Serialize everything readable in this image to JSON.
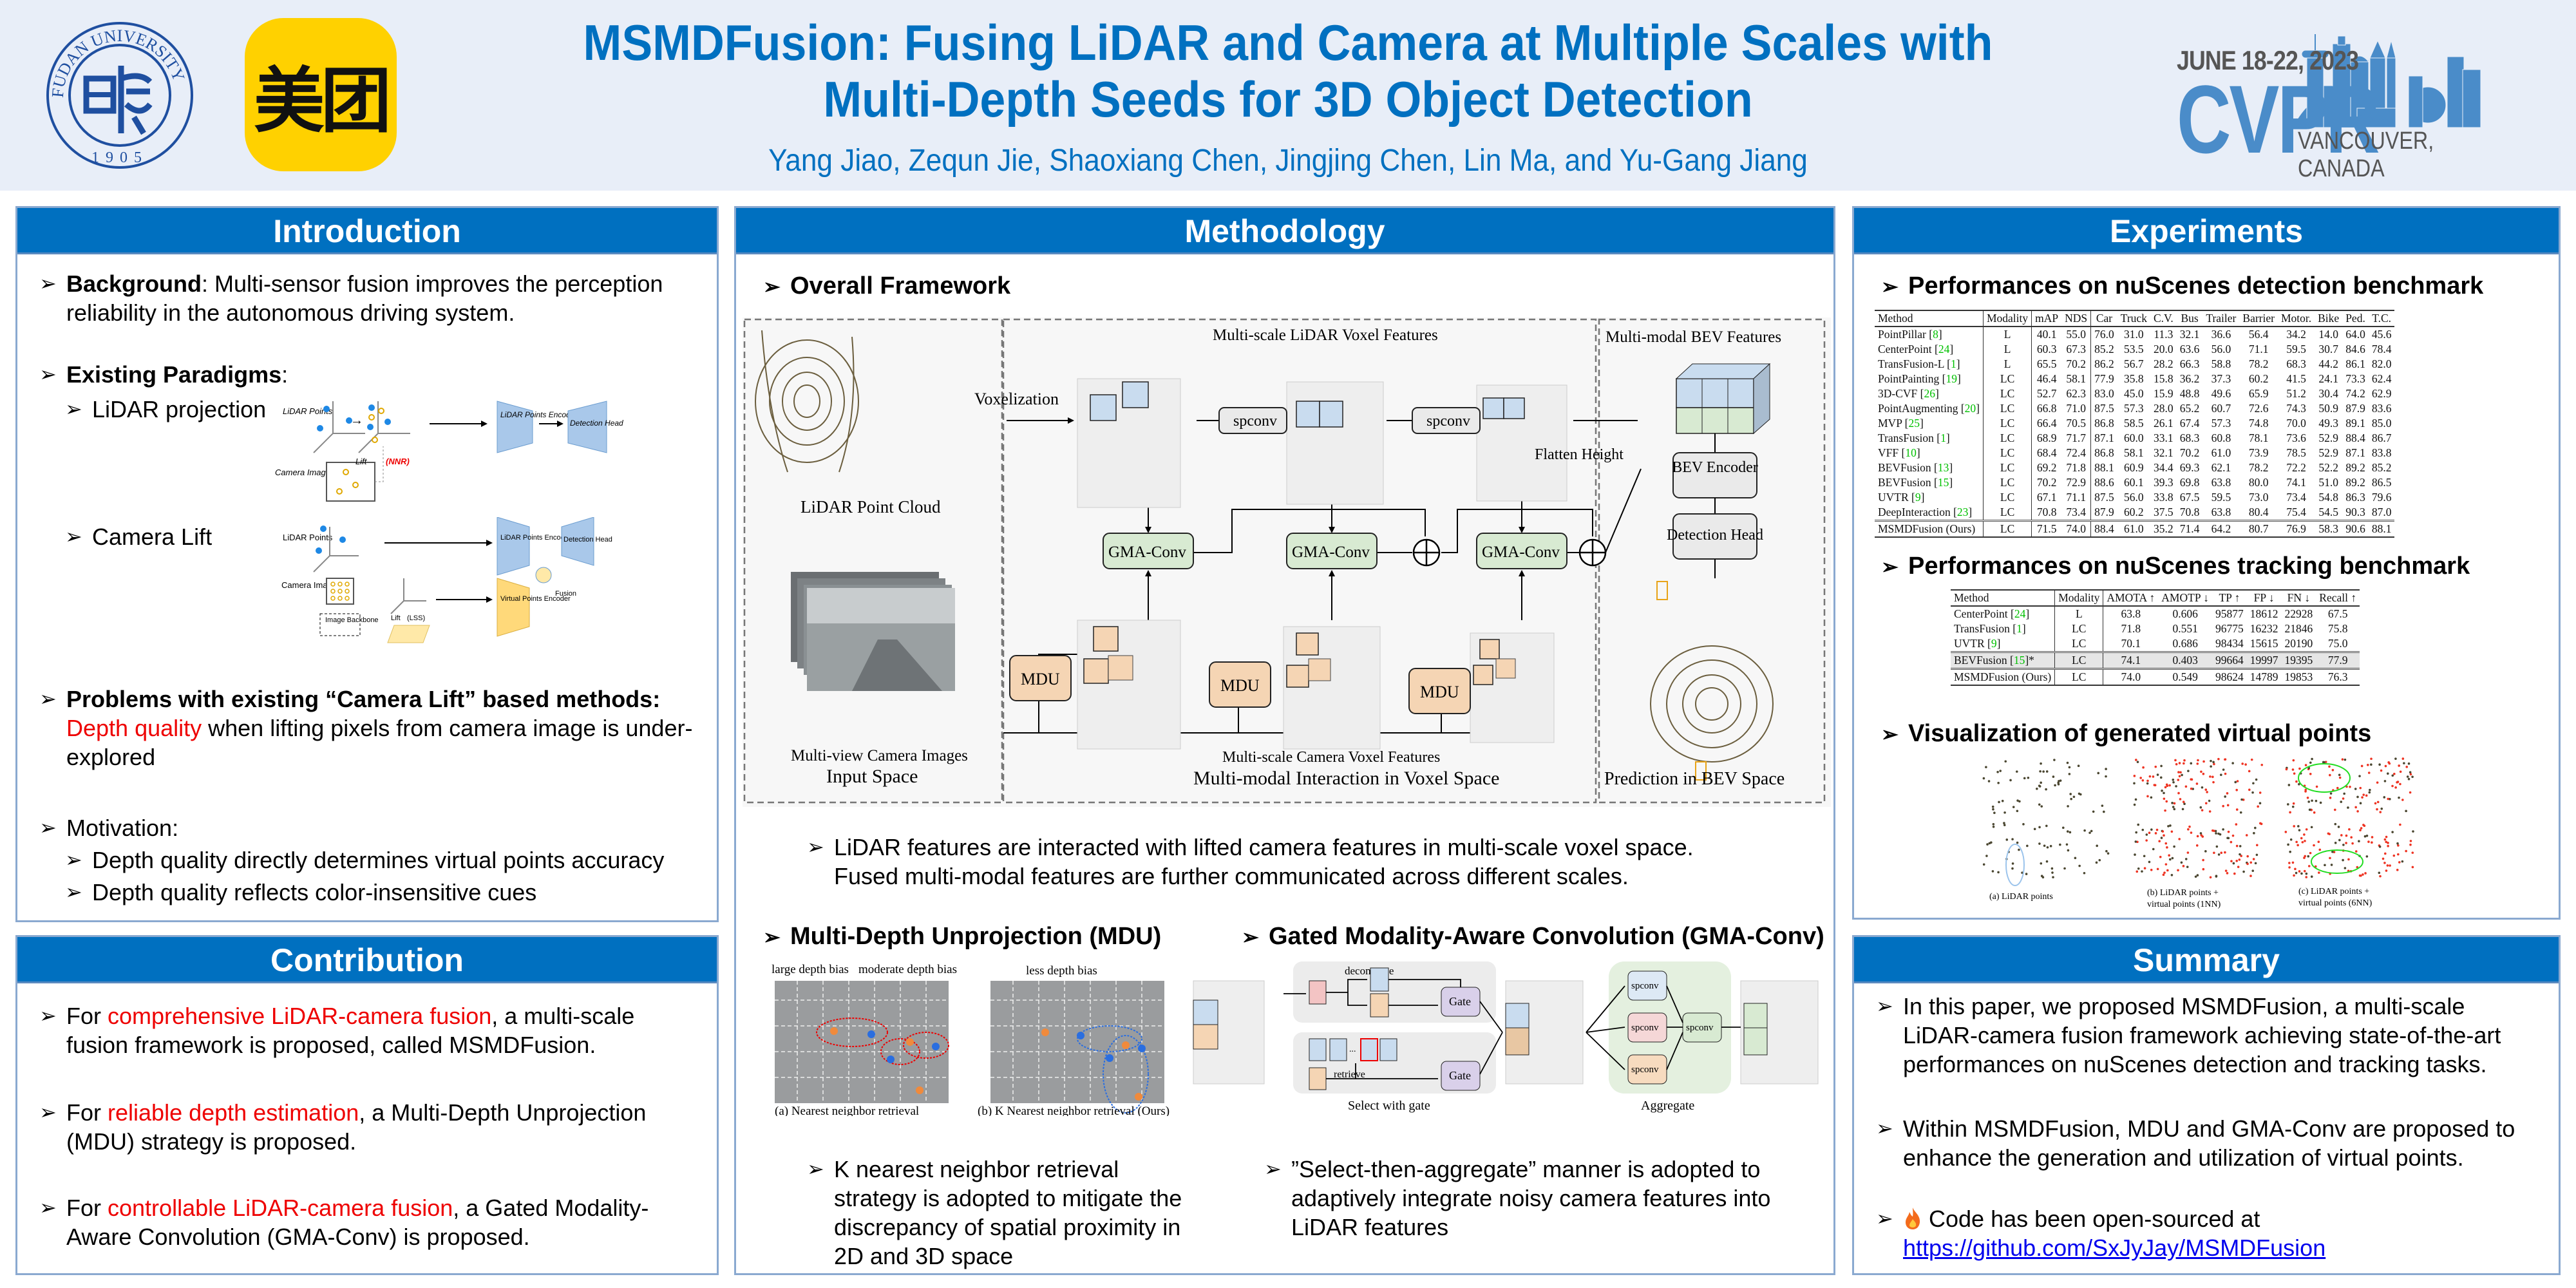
{
  "header": {
    "title_line1": "MSMDFusion: Fusing LiDAR and Camera at Multiple Scales with",
    "title_line2": "Multi-Depth Seeds for 3D Object Detection",
    "authors": "Yang Jiao,  Zequn Jie,  Shaoxiang Chen,  Jingjing Chen, Lin Ma,  and Yu-Gang Jiang",
    "logo_left_text": "FUDAN UNIVERSITY",
    "logo_left_year": "1905",
    "logo_mid_text": "美团",
    "conference": {
      "date": "JUNE 18-22, 2023",
      "name": "CVPR",
      "location": "VANCOUVER, CANADA"
    }
  },
  "colors": {
    "accent": "#0070c0",
    "highlight": "#e00000",
    "header_bg": "#e8eef8",
    "logo_yellow": "#ffd100"
  },
  "introduction": {
    "title": "Introduction",
    "background_label": "Background",
    "background_text": ": Multi-sensor fusion improves the perception reliability in the autonomous driving system.",
    "paradigms_label": "Existing Paradigms",
    "paradigms_colon": ":",
    "paradigm1": "LiDAR projection",
    "paradigm2": "Camera Lift",
    "fig1": {
      "lidar_points": "LiDAR Points",
      "camera_images": "Camera Images",
      "lift": "Lift",
      "nnr": "(NNR)",
      "encoder": "LiDAR Points Encoder",
      "head": "Detection Head"
    },
    "fig2": {
      "lidar_points": "LiDAR Points",
      "camera_images": "Camera Images",
      "image_backbone": "Image Backbone",
      "lift": "Lift",
      "lss": "(LSS)",
      "lidar_encoder": "LiDAR Points Encoder",
      "virtual_encoder": "Virtual Points Encoder",
      "fusion": "Fusion",
      "head": "Detection Head"
    },
    "problems_label": "Problems with existing “Camera Lift” based methods:",
    "problems_red": "Depth quality",
    "problems_text": " when lifting pixels from camera image is under-explored",
    "motivation_label": "Motivation:",
    "motivation_items": [
      "Depth quality directly determines virtual points accuracy",
      "Depth quality reflects color-insensitive cues"
    ]
  },
  "contribution": {
    "title": "Contribution",
    "items": [
      {
        "pre": "For ",
        "red": "comprehensive LiDAR-camera fusion",
        "post": ", a multi-scale fusion framework is proposed, called MSMDFusion."
      },
      {
        "pre": "For ",
        "red": "reliable depth estimation",
        "post": ", a Multi-Depth Unprojection (MDU) strategy is proposed."
      },
      {
        "pre": "For ",
        "red": "controllable LiDAR-camera fusion",
        "post": ", a Gated Modality-Aware Convolution (GMA-Conv) is proposed."
      }
    ]
  },
  "methodology": {
    "title": "Methodology",
    "overall_label": "Overall Framework",
    "framework": {
      "lidar_voxel_features": "Multi-scale LiDAR Voxel Features",
      "bev_features": "Multi-modal BEV Features",
      "voxelization": "Voxelization",
      "spconv": "spconv",
      "gma_conv": "GMA-Conv",
      "mdu": "MDU",
      "flatten": "Flatten Height",
      "bev_encoder": "BEV Encoder",
      "det_head": "Detection Head",
      "point_cloud": "LiDAR Point Cloud",
      "camera_images": "Multi-view Camera Images",
      "input_space": "Input Space",
      "camera_voxel_features": "Multi-scale Camera Voxel Features",
      "interaction": "Multi-modal Interaction in Voxel Space",
      "prediction": "Prediction in BEV Space"
    },
    "overall_desc_line1": "LiDAR features are interacted with lifted camera features in multi-scale voxel space.",
    "overall_desc_line2": "Fused multi-modal features are further communicated across different scales.",
    "mdu_label": "Multi-Depth Unprojection (MDU)",
    "mdu_fig": {
      "large_bias": "large depth bias",
      "moderate_bias": "moderate depth bias",
      "less_bias": "less depth bias",
      "cap_a": "(a) Nearest neighbor retrieval",
      "cap_b": "(b) K Nearest neighbor retrieval (Ours)"
    },
    "mdu_desc": "K nearest neighbor retrieval strategy is adopted to mitigate the discrepancy of spatial proximity in 2D and 3D space",
    "gma_label": "Gated Modality-Aware Convolution (GMA-Conv)",
    "gma_fig": {
      "decompose": "decompose",
      "retrieve": "retrieve",
      "gate": "Gate",
      "spconv": "spconv",
      "select": "Select with gate",
      "aggregate": "Aggregate",
      "ellipsis": "..."
    },
    "gma_desc": "”Select-then-aggregate” manner is adopted to adaptively integrate noisy  camera features into LiDAR features"
  },
  "experiments": {
    "title": "Experiments",
    "detection_label": "Performances on nuScenes detection benchmark",
    "detection_table": {
      "headers": [
        "Method",
        "Modality",
        "mAP",
        "NDS",
        "Car",
        "Truck",
        "C.V.",
        "Bus",
        "Trailer",
        "Barrier",
        "Motor.",
        "Bike",
        "Ped.",
        "T.C."
      ],
      "rows": [
        {
          "method": "PointPillar",
          "ref": "8",
          "values": [
            "L",
            "40.1",
            "55.0",
            "76.0",
            "31.0",
            "11.3",
            "32.1",
            "36.6",
            "56.4",
            "34.2",
            "14.0",
            "64.0",
            "45.6"
          ]
        },
        {
          "method": "CenterPoint",
          "ref": "24",
          "values": [
            "L",
            "60.3",
            "67.3",
            "85.2",
            "53.5",
            "20.0",
            "63.6",
            "56.0",
            "71.1",
            "59.5",
            "30.7",
            "84.6",
            "78.4"
          ]
        },
        {
          "method": "TransFusion-L",
          "ref": "1",
          "values": [
            "L",
            "65.5",
            "70.2",
            "86.2",
            "56.7",
            "28.2",
            "66.3",
            "58.8",
            "78.2",
            "68.3",
            "44.2",
            "86.1",
            "82.0"
          ]
        },
        {
          "method": "PointPainting",
          "ref": "19",
          "values": [
            "LC",
            "46.4",
            "58.1",
            "77.9",
            "35.8",
            "15.8",
            "36.2",
            "37.3",
            "60.2",
            "41.5",
            "24.1",
            "73.3",
            "62.4"
          ]
        },
        {
          "method": "3D-CVF",
          "ref": "26",
          "values": [
            "LC",
            "52.7",
            "62.3",
            "83.0",
            "45.0",
            "15.9",
            "48.8",
            "49.6",
            "65.9",
            "51.2",
            "30.4",
            "74.2",
            "62.9"
          ]
        },
        {
          "method": "PointAugmenting",
          "ref": "20",
          "values": [
            "LC",
            "66.8",
            "71.0",
            "87.5",
            "57.3",
            "28.0",
            "65.2",
            "60.7",
            "72.6",
            "74.3",
            "50.9",
            "87.9",
            "83.6"
          ]
        },
        {
          "method": "MVP",
          "ref": "25",
          "values": [
            "LC",
            "66.4",
            "70.5",
            "86.8",
            "58.5",
            "26.1",
            "67.4",
            "57.3",
            "74.8",
            "70.0",
            "49.3",
            "89.1",
            "85.0"
          ]
        },
        {
          "method": "TransFusion",
          "ref": "1",
          "values": [
            "LC",
            "68.9",
            "71.7",
            "87.1",
            "60.0",
            "33.1",
            "68.3",
            "60.8",
            "78.1",
            "73.6",
            "52.9",
            "88.4",
            "86.7"
          ]
        },
        {
          "method": "VFF",
          "ref": "10",
          "values": [
            "LC",
            "68.4",
            "72.4",
            "86.8",
            "58.1",
            "32.1",
            "70.2",
            "61.0",
            "73.9",
            "78.5",
            "52.9",
            "87.1",
            "83.8"
          ],
          "bold": [
            9
          ]
        },
        {
          "method": "BEVFusion",
          "ref": "13",
          "values": [
            "LC",
            "69.2",
            "71.8",
            "88.1",
            "60.9",
            "34.4",
            "69.3",
            "62.1",
            "78.2",
            "72.2",
            "52.2",
            "89.2",
            "85.2"
          ]
        },
        {
          "method": "BEVFusion",
          "ref": "15",
          "values": [
            "LC",
            "70.2",
            "72.9",
            "88.6",
            "60.1",
            "39.3",
            "69.8",
            "63.8",
            "80.0",
            "74.1",
            "51.0",
            "89.2",
            "86.5"
          ],
          "bold": [
            3,
            5
          ]
        },
        {
          "method": "UVTR",
          "ref": "9",
          "values": [
            "LC",
            "67.1",
            "71.1",
            "87.5",
            "56.0",
            "33.8",
            "67.5",
            "59.5",
            "73.0",
            "73.4",
            "54.8",
            "86.3",
            "79.6"
          ]
        },
        {
          "method": "DeepInteraction",
          "ref": "23",
          "values": [
            "LC",
            "70.8",
            "73.4",
            "87.9",
            "60.2",
            "37.5",
            "70.8",
            "63.8",
            "80.4",
            "75.4",
            "54.5",
            "90.3",
            "87.0"
          ]
        }
      ],
      "ours": {
        "method": "MSMDFusion (Ours)",
        "values": [
          "LC",
          "71.5",
          "74.0",
          "88.4",
          "61.0",
          "35.2",
          "71.4",
          "64.2",
          "80.7",
          "76.9",
          "58.3",
          "90.6",
          "88.1"
        ],
        "bold": [
          1,
          2,
          4,
          6,
          7,
          8,
          10,
          11,
          12
        ]
      }
    },
    "tracking_label": "Performances on nuScenes tracking benchmark",
    "tracking_table": {
      "headers": [
        "Method",
        "Modality",
        "AMOTA ↑",
        "AMOTP ↓",
        "TP ↑",
        "FP ↓",
        "FN ↓",
        "Recall ↑"
      ],
      "rows": [
        {
          "method": "CenterPoint",
          "ref": "24",
          "values": [
            "L",
            "63.8",
            "0.606",
            "95877",
            "18612",
            "22928",
            "67.5"
          ]
        },
        {
          "method": "TransFusion",
          "ref": "1",
          "values": [
            "LC",
            "71.8",
            "0.551",
            "96775",
            "16232",
            "21846",
            "75.8"
          ]
        },
        {
          "method": "UVTR",
          "ref": "9",
          "values": [
            "LC",
            "70.1",
            "0.686",
            "98434",
            "15615",
            "20190",
            "75.0"
          ]
        }
      ],
      "grey": {
        "method": "BEVFusion",
        "ref": "15",
        "suffix": "*",
        "values": [
          "LC",
          "74.1",
          "0.403",
          "99664",
          "19997",
          "19395",
          "77.9"
        ]
      },
      "ours": {
        "method": "MSMDFusion (Ours)",
        "values": [
          "LC",
          "74.0",
          "0.549",
          "98624",
          "14789",
          "19853",
          "76.3"
        ]
      }
    },
    "viz_label": "Visualization of generated virtual points",
    "viz_captions": [
      "(a) LiDAR points",
      "(b) LiDAR points +",
      "virtual points (1NN)",
      "(c) LiDAR points +",
      "virtual points (6NN)"
    ]
  },
  "summary": {
    "title": "Summary",
    "items": [
      "In this paper, we proposed MSMDFusion, a multi-scale LiDAR-camera fusion framework achieving state-of-the-art performances on nuScenes detection and tracking tasks.",
      "Within MSMDFusion, MDU and GMA-Conv are proposed to enhance the generation and utilization of virtual points."
    ],
    "code_icon": "fire-icon",
    "code_text": "Code has been open-sourced at",
    "code_link": "https://github.com/SxJyJay/MSMDFusion"
  },
  "bullet_glyph": "➢"
}
